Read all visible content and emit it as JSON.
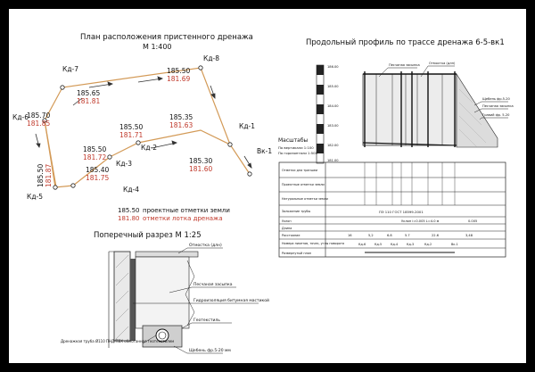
{
  "plan": {
    "title": "План расположения пристенного дренажа",
    "scale": "М 1:400",
    "wells": {
      "kd1": "Кд-1",
      "kd2": "Кд-2",
      "kd3": "Кд-3",
      "kd4": "Кд-4",
      "kd5": "Кд-5",
      "kd6": "Кд-6",
      "kd7": "Кд-7",
      "kd8": "Кд-8",
      "vk1": "Вк-1"
    },
    "marks": [
      {
        "ground": "185.65",
        "tray": "181.81"
      },
      {
        "ground": "185.50",
        "tray": "181.69"
      },
      {
        "ground": "185.70",
        "tray": "181.85"
      },
      {
        "ground": "185.50",
        "tray": "181.71"
      },
      {
        "ground": "185.35",
        "tray": "181.63"
      },
      {
        "ground": "185.50",
        "tray": "181.72"
      },
      {
        "ground": "185.40",
        "tray": "181.75"
      },
      {
        "ground": "185.30",
        "tray": "181.60"
      },
      {
        "ground": "185.50",
        "tray": "181.87"
      }
    ],
    "legend": {
      "ground_value": "185.50",
      "ground_text": "проектные отметки земли",
      "tray_value": "181.80",
      "tray_text": "отметки лотка дренажа"
    },
    "colors": {
      "ground": "#111111",
      "tray": "#c0392b",
      "line": "#d39a57"
    }
  },
  "section": {
    "title": "Поперечный разрез М 1:25",
    "callouts": [
      "Отмостка (длн)",
      "Песчаная засыпка",
      "Гидроизоляция битумная мастикой",
      "Геотекстиль",
      "Дренажная труба Ø110 ПНД/ПВХ обмотанная геотекстилем",
      "Щебень фр.5-20 мм"
    ]
  },
  "profile": {
    "title": "Продольный профиль по трассе дренажа 6-5-вк1",
    "datum": "181.00",
    "scale_title": "Масштабы",
    "scale_vertical": "По вертикали 1:100",
    "scale_horizontal": "По горизонтали 1:500",
    "axis_ticks": [
      "186.00",
      "185.00",
      "184.00",
      "183.00",
      "182.00",
      "181.00"
    ],
    "upper_callouts": [
      "Песчаная засыпка",
      "Отмостка (длн)"
    ],
    "right_callouts": [
      "Щебень фр.5-20",
      "Песчаная засыпка",
      "Гравий фр. 5-20"
    ],
    "rows": [
      "Отметки дна траншеи",
      "Проектные отметки земли",
      "Натуральные отметки земли",
      "Заложение трубы",
      "Уклон",
      "Длина",
      "Расстояние",
      "Номера пикетов, точек, углы поворота",
      "Развернутый план"
    ],
    "pipe_label": "ПЭ 110 ГОСТ 18599-2001",
    "slope_label": "Уклон i=0.005 L=4.0 м",
    "slope_value": "0.005",
    "dist_values": [
      "16",
      "5,2",
      "6.8",
      "5.7",
      "22.6",
      "3,48"
    ],
    "point_values": [
      "Кд-6",
      "Кд-5",
      "Кд-4",
      "Кд-3",
      "Кд-2",
      "Вк-1"
    ]
  }
}
